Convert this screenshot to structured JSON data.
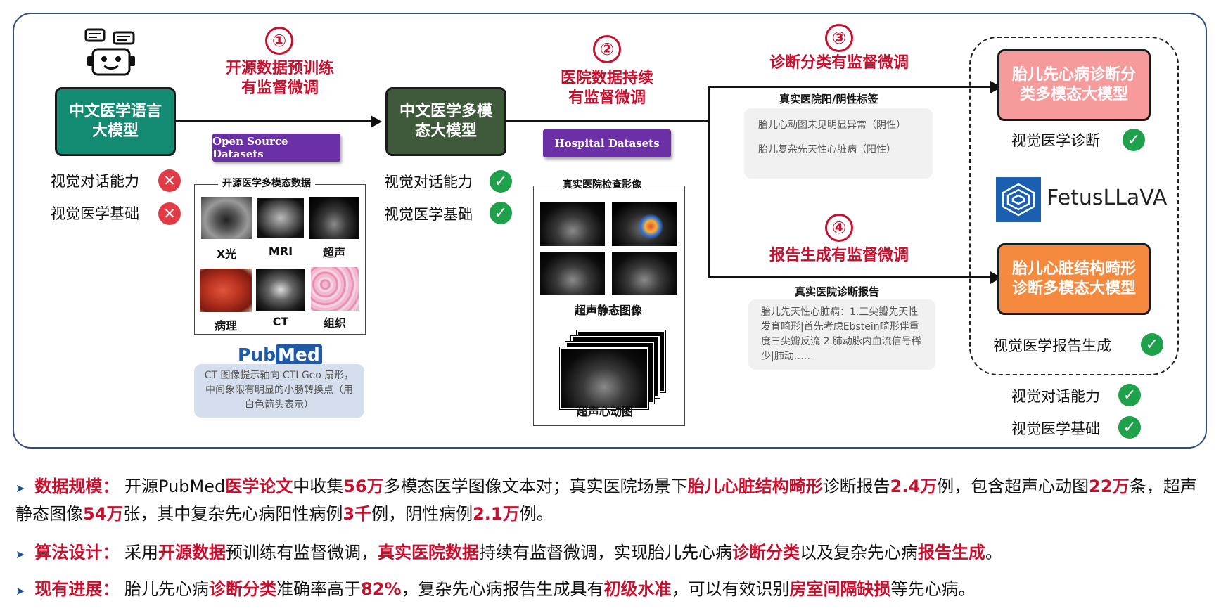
{
  "steps": [
    {
      "num": "①",
      "title_l1": "开源数据预训练",
      "title_l2": "有监督微调"
    },
    {
      "num": "②",
      "title_l1": "医院数据持续",
      "title_l2": "有监督微调"
    },
    {
      "num": "③",
      "title_l1": "诊断分类有监督微调",
      "title_l2": ""
    },
    {
      "num": "④",
      "title_l1": "报告生成有监督微调",
      "title_l2": ""
    }
  ],
  "models": {
    "base": {
      "l1": "中文医学语言",
      "l2": "大模型",
      "color": "#138a72"
    },
    "multi": {
      "l1": "中文医学多模",
      "l2": "态大模型",
      "color": "#3e5a3a"
    },
    "diag": {
      "l1": "胎儿先心病诊断分",
      "l2": "类多模态大模型",
      "color": "#f79a9c"
    },
    "report": {
      "l1": "胎儿心脏结构畸形",
      "l2": "诊断多模态大模型",
      "color": "#f5893d"
    }
  },
  "capabilities": {
    "dialog": "视觉对话能力",
    "basic": "视觉医学基础",
    "diagnosis": "视觉医学诊断",
    "report": "视觉医学报告生成"
  },
  "icons": {
    "ok": "✓",
    "no": "✕"
  },
  "open_source": {
    "pill": "Open Source Datasets",
    "panel_title": "开源医学多模态数据",
    "items": [
      "X光",
      "MRI",
      "超声",
      "病理",
      "CT",
      "组织"
    ],
    "pubmed_l1": "Pub",
    "pubmed_l2": "Med",
    "note": "CT 图像提示轴向 CTI Geo 扇形，中间象限有明显的小肠转换点（用白色箭头表示）"
  },
  "hospital": {
    "pill": "Hospital Datasets",
    "panel_title": "真实医院检查影像",
    "static_label": "超声静态图像",
    "echo_label": "超声心动图"
  },
  "labels_box": {
    "title": "真实医院阳/阴性标签",
    "items": [
      "胎儿心动图未见明显异常（阴性）",
      "胎儿复杂先天性心脏病（阳性）"
    ]
  },
  "report_box": {
    "title": "真实医院诊断报告",
    "text": "胎儿先天性心脏病：1.三尖瓣先天性发育畸形|首先考虑Ebstein畸形伴重度三尖瓣反流 2.肺动脉内血流信号稀少|肺动……"
  },
  "logo": {
    "name": "FetusLLaVA"
  },
  "bullets": [
    {
      "label": "数据规模：",
      "segments": [
        {
          "t": "开源PubMed",
          "e": false
        },
        {
          "t": "医学论文",
          "e": true
        },
        {
          "t": "中收集",
          "e": false
        },
        {
          "t": "56万",
          "e": true
        },
        {
          "t": "多模态医学图像文本对；真实医院场景下",
          "e": false
        },
        {
          "t": "胎儿心脏结构畸形",
          "e": true
        },
        {
          "t": "诊断报告",
          "e": false
        },
        {
          "t": "2.4万",
          "e": true
        },
        {
          "t": "例，包含超声心动图",
          "e": false
        },
        {
          "t": "22万",
          "e": true
        },
        {
          "t": "条，超声静态图像",
          "e": false
        },
        {
          "t": "54万",
          "e": true
        },
        {
          "t": "张，其中复杂先心病阳性病例",
          "e": false
        },
        {
          "t": "3千",
          "e": true
        },
        {
          "t": "例，阴性病例",
          "e": false
        },
        {
          "t": "2.1万",
          "e": true
        },
        {
          "t": "例。",
          "e": false
        }
      ]
    },
    {
      "label": "算法设计：",
      "segments": [
        {
          "t": "采用",
          "e": false
        },
        {
          "t": "开源数据",
          "e": true
        },
        {
          "t": "预训练有监督微调，",
          "e": false
        },
        {
          "t": "真实医院数据",
          "e": true
        },
        {
          "t": "持续有监督微调，实现胎儿先心病",
          "e": false
        },
        {
          "t": "诊断分类",
          "e": true
        },
        {
          "t": "以及复杂先心病",
          "e": false
        },
        {
          "t": "报告生成",
          "e": true
        },
        {
          "t": "。",
          "e": false
        }
      ]
    },
    {
      "label": "现有进展：",
      "segments": [
        {
          "t": "胎儿先心病",
          "e": false
        },
        {
          "t": "诊断分类",
          "e": true
        },
        {
          "t": "准确率高于",
          "e": false
        },
        {
          "t": "82%",
          "e": true
        },
        {
          "t": "，复杂先心病报告生成具有",
          "e": false
        },
        {
          "t": "初级水准",
          "e": true
        },
        {
          "t": "，可以有效识别",
          "e": false
        },
        {
          "t": "房室间隔缺损",
          "e": true
        },
        {
          "t": "等先心病。",
          "e": false
        }
      ]
    }
  ]
}
